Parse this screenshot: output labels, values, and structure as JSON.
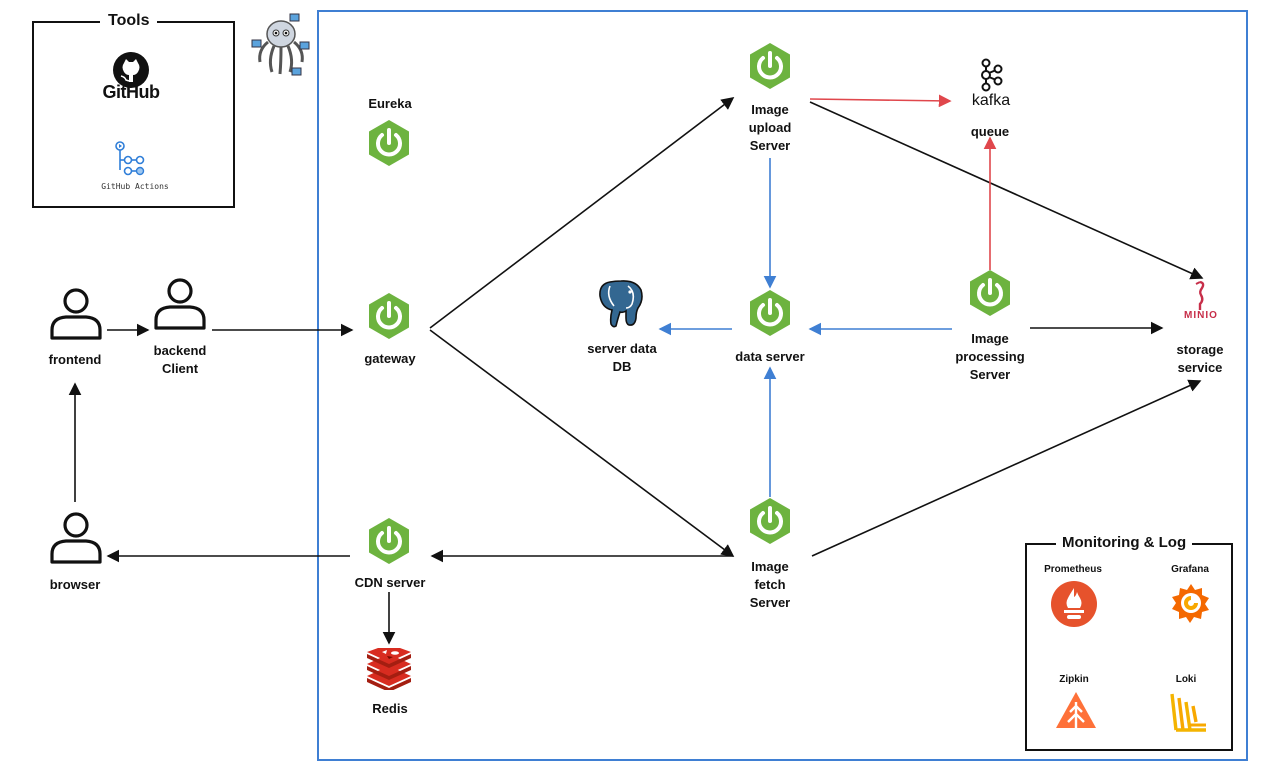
{
  "tools": {
    "title": "Tools",
    "github_label": "GitHub",
    "actions_label": "GitHub Actions"
  },
  "monitoring": {
    "title": "Monitoring & Log",
    "prometheus": "Prometheus",
    "grafana": "Grafana",
    "zipkin": "Zipkin",
    "loki": "Loki"
  },
  "nodes": {
    "frontend": "frontend",
    "backend_client": "backend\nClient",
    "browser": "browser",
    "eureka": "Eureka",
    "gateway": "gateway",
    "cdn_server": "CDN server",
    "redis": "Redis",
    "upload_server": "Image\nupload\nServer",
    "data_server": "data server",
    "server_data_db": "server data\nDB",
    "fetch_server": "Image\nfetch\nServer",
    "processing_server": "Image\nprocessing\nServer",
    "kafka_text": "kafka",
    "queue": "queue",
    "minio_text": "MINIO",
    "storage_service": "storage\nservice"
  },
  "colors": {
    "spring_green": "#6db33f",
    "frame_blue": "#3f7fd3",
    "arrow_black": "#111111",
    "arrow_blue": "#3f7fd3",
    "arrow_red": "#e0474c",
    "redis_red": "#d82c20",
    "postgres_blue": "#336791",
    "prometheus_orange": "#e6522c",
    "grafana_orange": "#f46800",
    "minio_red": "#c72e49"
  },
  "icons": {
    "spring": "spring-power-icon",
    "user": "user-icon",
    "github": "github-icon",
    "actions": "github-actions-icon",
    "octopus": "octopus-mascot-icon",
    "kafka": "kafka-icon",
    "postgres": "postgresql-elephant-icon",
    "redis": "redis-icon",
    "minio": "minio-icon",
    "prometheus": "prometheus-icon",
    "grafana": "grafana-icon",
    "zipkin": "zipkin-icon",
    "loki": "loki-icon"
  }
}
